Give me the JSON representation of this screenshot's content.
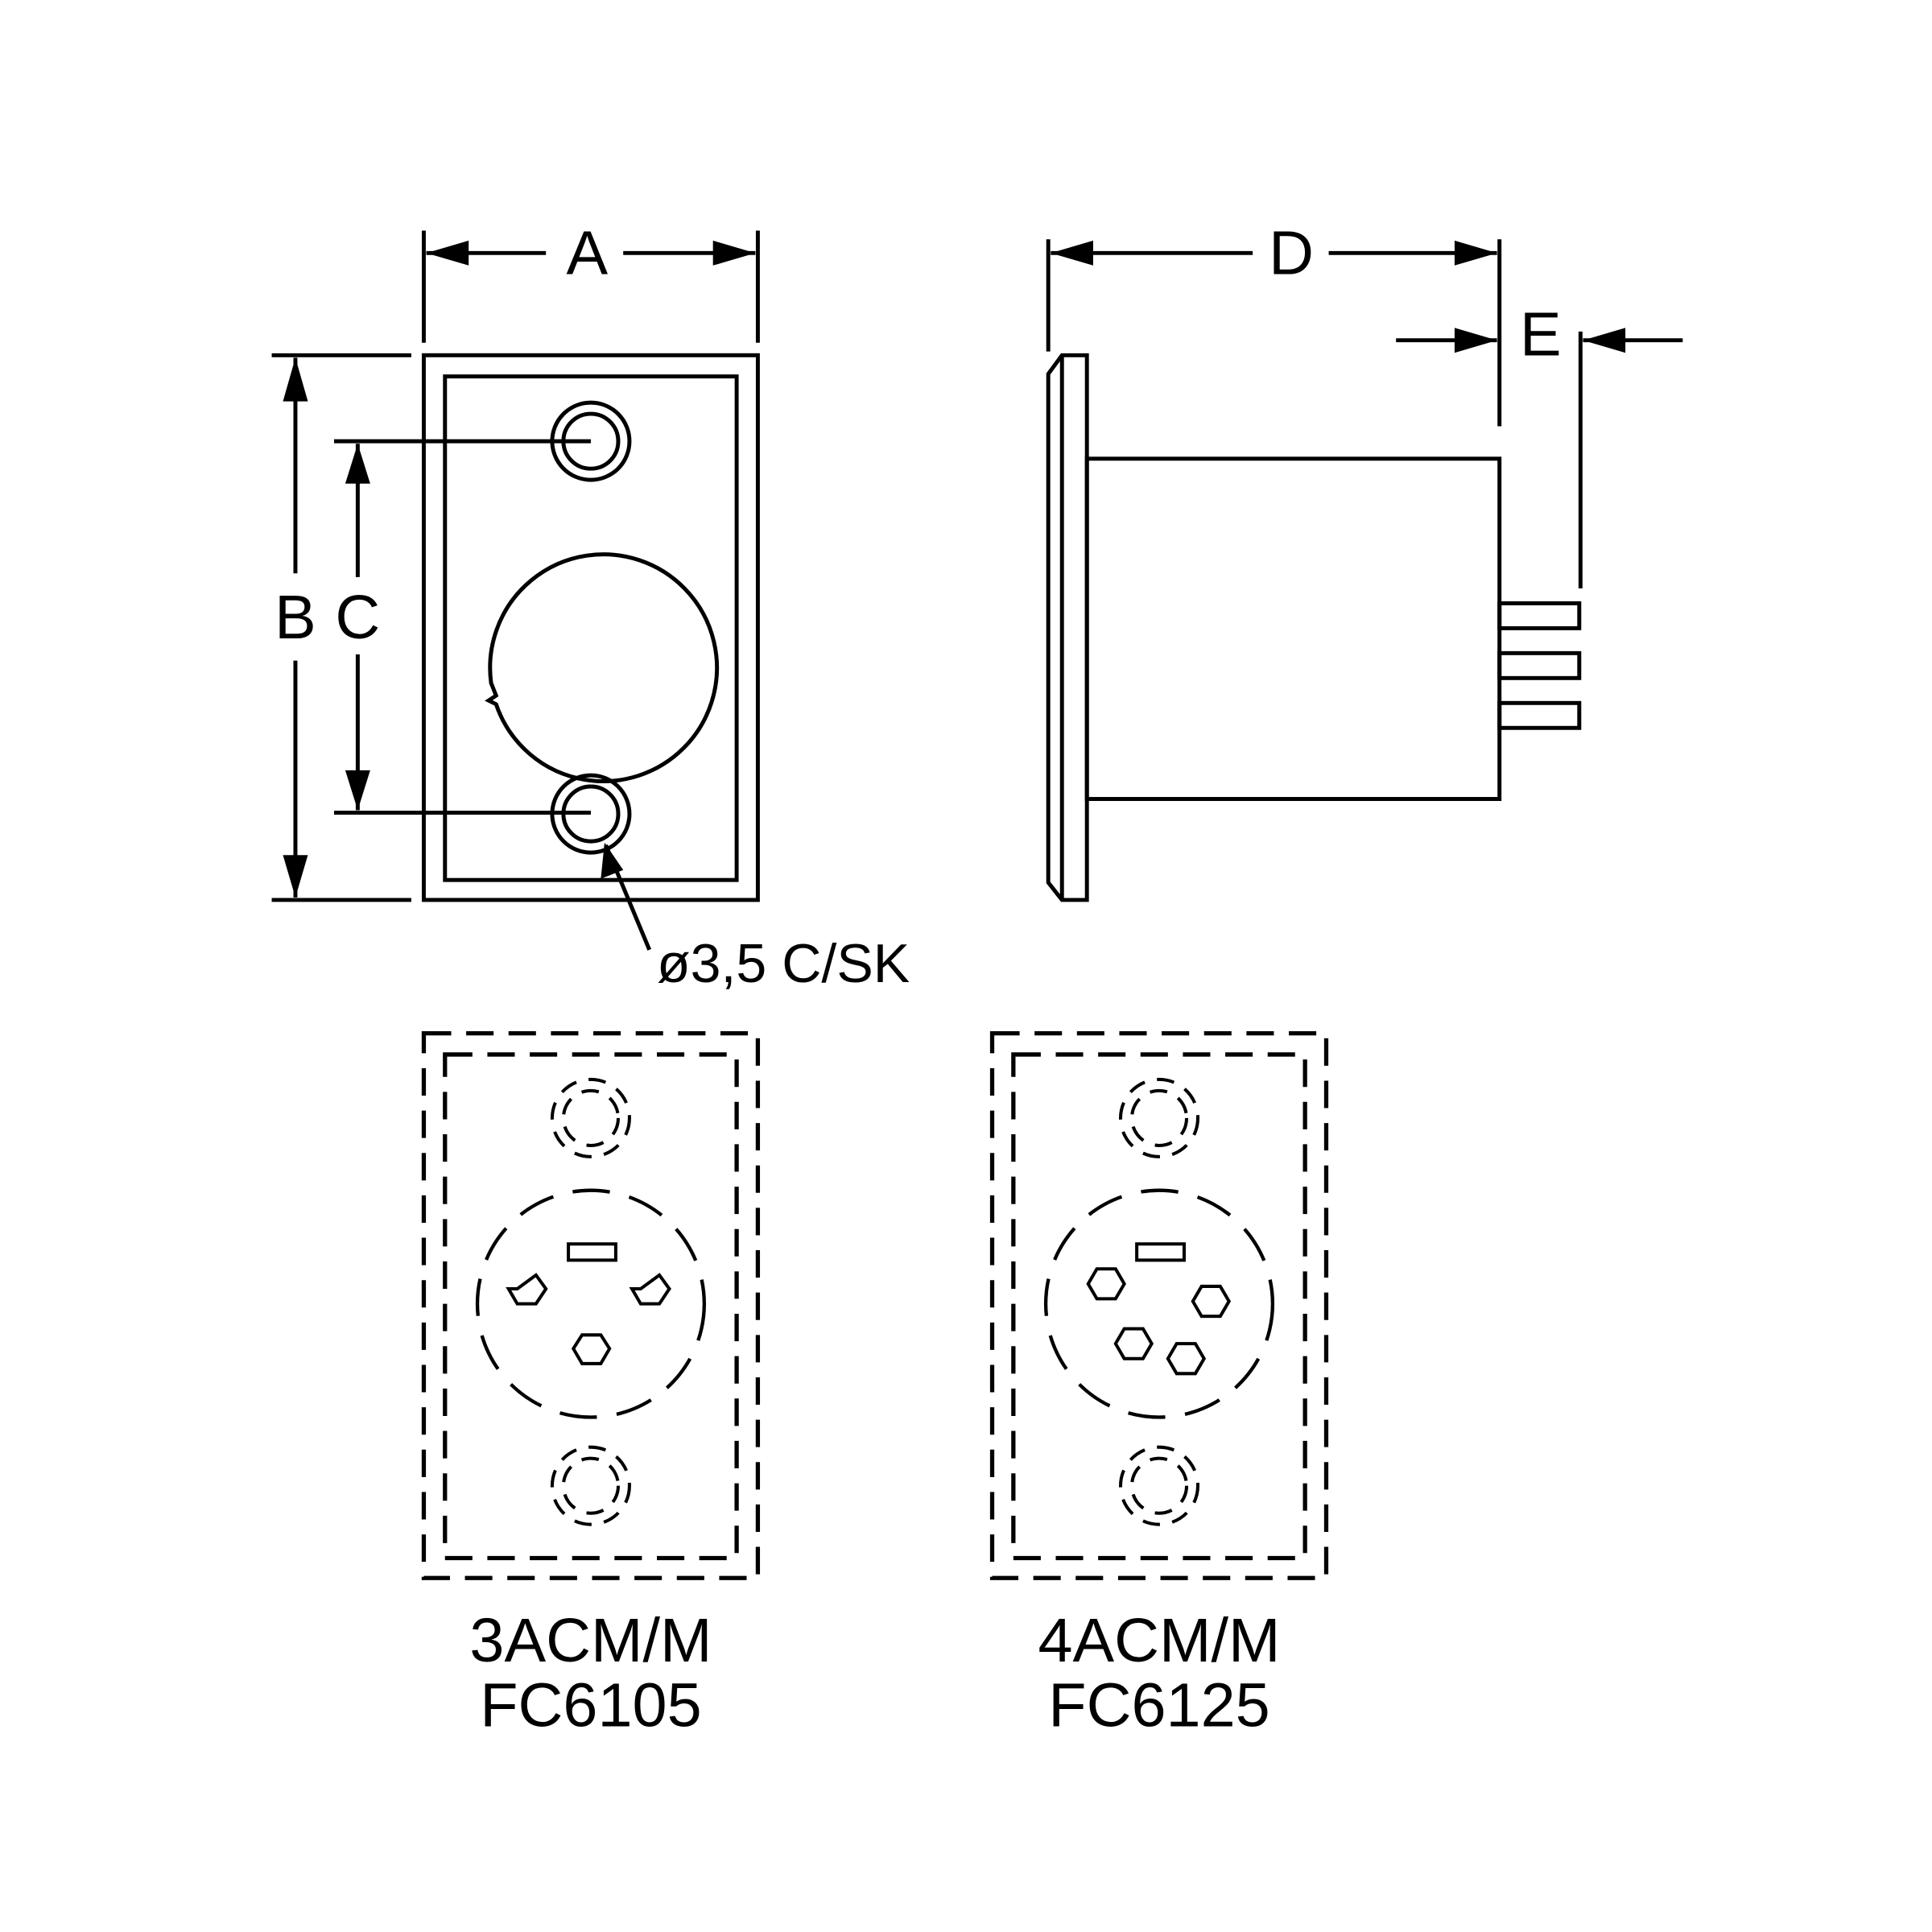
{
  "diagram": {
    "type": "technical-drawing",
    "subject": "Panel-mount XLR connectors",
    "dimensions": {
      "A": "A",
      "B": "B",
      "C": "C",
      "D": "D",
      "E": "E"
    },
    "hole_note": "ø3,5 C/SK",
    "views": [
      {
        "name": "front-view",
        "description": "Front view with mounting holes and dimensions A, B, C"
      },
      {
        "name": "side-view",
        "description": "Side view with dimensions D, E and 3 solder pins"
      }
    ],
    "variants": [
      {
        "model": "3ACM/M",
        "code": "FC6105",
        "pins": 3
      },
      {
        "model": "4ACM/M",
        "code": "FC6125",
        "pins": 4
      }
    ]
  }
}
